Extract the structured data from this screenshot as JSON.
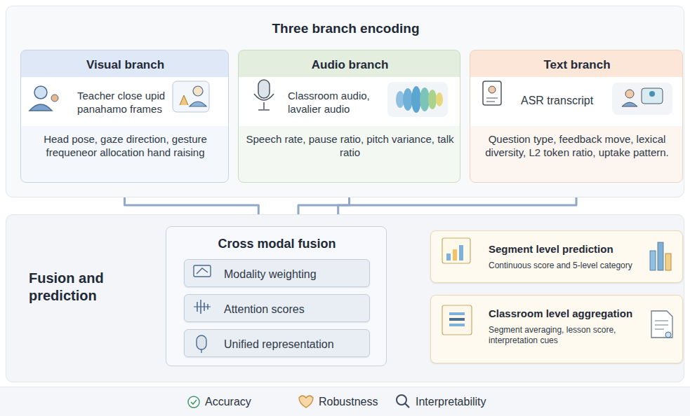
{
  "diagram": {
    "nodes": [
      {
        "text": [
          "Three branch encoding"
        ]
      },
      {
        "text": [
          "Visual branch",
          "Teacher close upid panahamo frames",
          "Head pose, gaze direction, gesture frequeneor allocation hand raising"
        ],
        "in": 0
      },
      {
        "text": [
          "Audio branch",
          "Classroom audio, lavalier audio",
          "Speech rate, pause ratio, pitch variance, talk ratio"
        ],
        "in": 0
      },
      {
        "text": [
          "Text branch",
          "ASR transcript",
          "Question type, feedback move, lexical diversity, L2 token ratio, uptake pattern."
        ],
        "in": 0
      },
      {
        "text": [
          "Fusion and prediction"
        ]
      },
      {
        "text": [
          "Cross modal fusion"
        ],
        "in": 4
      },
      {
        "text": [
          "Modality weighting"
        ],
        "in": 5
      },
      {
        "text": [
          "Attention scores"
        ],
        "in": 5
      },
      {
        "text": [
          "Unified representation"
        ],
        "in": 5
      },
      {
        "text": [
          "Segment level prediction",
          "Continuous score and 5-level category"
        ],
        "in": 4
      },
      {
        "text": [
          "Classroom level aggregation",
          "Segment averaging, lesson score, interpretation cues"
        ],
        "in": 4
      }
    ],
    "edges": [
      {
        "from": 5,
        "to": 1,
        "arrow": "both"
      },
      {
        "from": 5,
        "to": 2,
        "arrow": "both"
      },
      {
        "from": 5,
        "to": 3,
        "arrow": "both"
      },
      {
        "from": 5,
        "to": 9,
        "arrow": "to"
      },
      {
        "from": 5,
        "to": 10,
        "arrow": "to"
      }
    ],
    "labels": [
      "Accuracy",
      "Robustness",
      "Interpretability"
    ]
  }
}
